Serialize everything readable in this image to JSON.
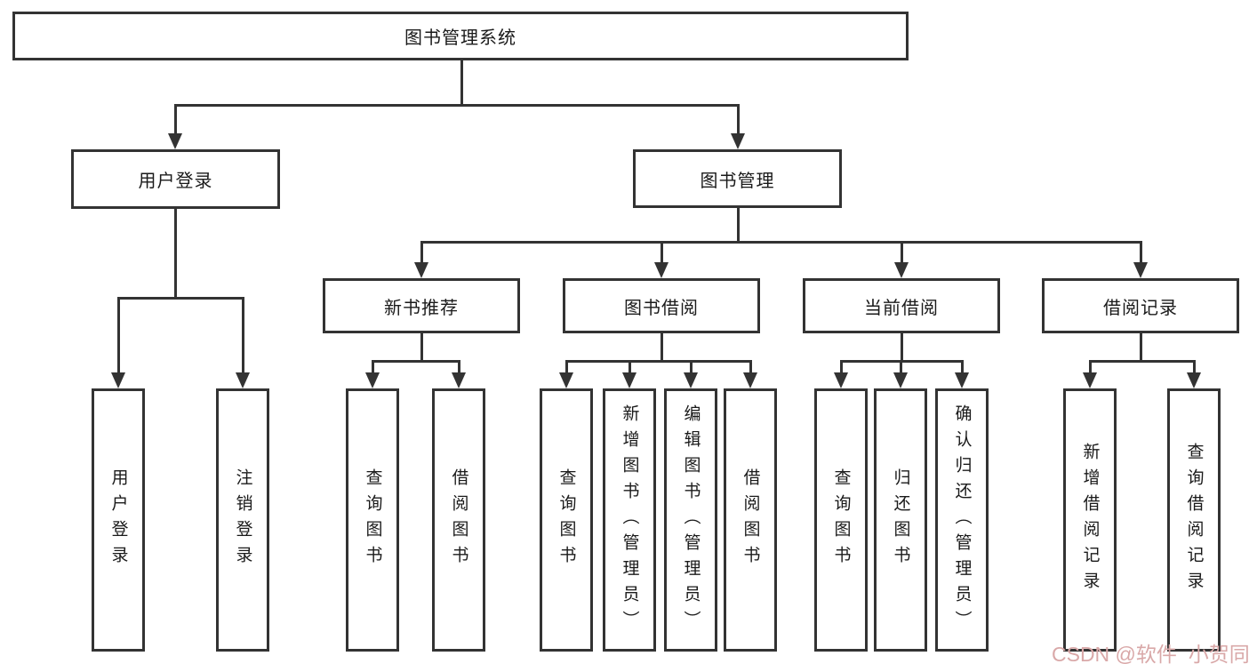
{
  "nodes": {
    "root": {
      "label": "图书管理系统"
    },
    "l1": [
      {
        "label": "用户登录"
      },
      {
        "label": "图书管理"
      }
    ],
    "l2": [
      {
        "label": "新书推荐"
      },
      {
        "label": "图书借阅"
      },
      {
        "label": "当前借阅"
      },
      {
        "label": "借阅记录"
      }
    ],
    "leaves_user": [
      {
        "label": "用户登录"
      },
      {
        "label": "注销登录"
      }
    ],
    "leaves_recommend": [
      {
        "label": "查询图书"
      },
      {
        "label": "借阅图书"
      }
    ],
    "leaves_borrow": [
      {
        "label": "查询图书"
      },
      {
        "label": "新增图书（管理员）"
      },
      {
        "label": "编辑图书（管理员）"
      },
      {
        "label": "借阅图书"
      }
    ],
    "leaves_current": [
      {
        "label": "查询图书"
      },
      {
        "label": "归还图书"
      },
      {
        "label": "确认归还（管理员）"
      }
    ],
    "leaves_records": [
      {
        "label": "新增借阅记录"
      },
      {
        "label": "查询借阅记录"
      }
    ]
  },
  "watermark": {
    "text": "CSDN @软件_小贺同学"
  },
  "colors": {
    "line": "#333333",
    "box_border": "#333333",
    "text": "#1a1a1a",
    "watermark": "#d9a8a8",
    "bg": "#ffffff"
  }
}
